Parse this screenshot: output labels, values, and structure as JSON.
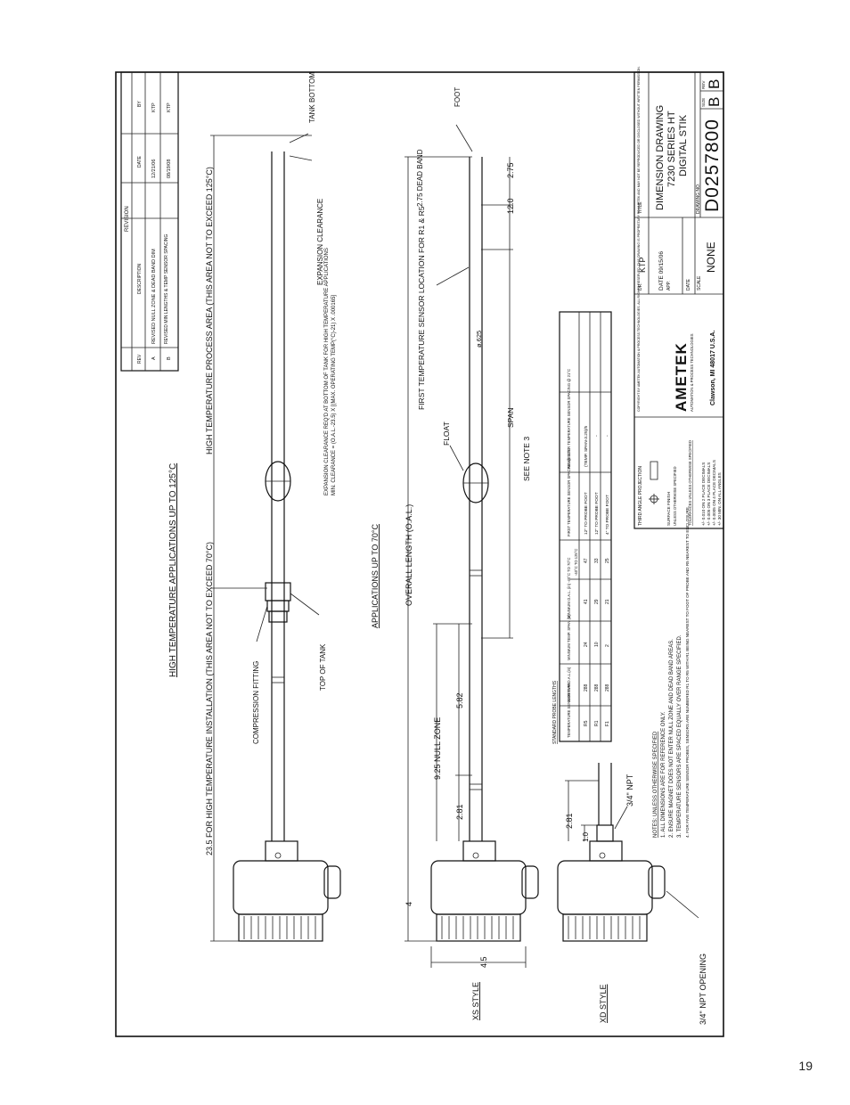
{
  "page_number": "19",
  "title_block": {
    "title_label": "TITLE",
    "title_lines": [
      "DIMENSION DRAWING",
      "7230 SERIES HT",
      "DIGITAL STIK"
    ],
    "drawing_no_label": "DRAWING NO.",
    "drawing_no": "D0257800",
    "size_label": "SIZE",
    "size": "B",
    "rev_label": "REV",
    "rev": "B",
    "dr_label": "DR.",
    "dr": "KTP",
    "date_dr": "DATE 09/15/06",
    "app_label": "APP.",
    "date_label": "DATE",
    "scale_label": "SCALE",
    "scale": "NONE",
    "company": "AMETEK",
    "company_sub": "AUTOMATION & PROCESS TECHNOLOGIES",
    "address": "Clawson, MI 48017 U.S.A.",
    "copyright": "COPYRIGHT BY AMETEK AUTOMATION & PROCESS TECHNOLOGIES. ALL RIGHTS RESERVED. THIS DRAWING IS PROPRIETARY TO AMETEK AND MAY NOT BE REPRODUCED OR DISCLOSED WITHOUT WRITTEN PERMISSION.",
    "projection": "THIRD ANGLE PROJECTION",
    "surface_finish": "SURFACE FINISH",
    "unless": "UNLESS OTHERWISE SPECIFIED",
    "tolerances_label": "TOLERANCES UNLESS OTHERWISE SPECIFIED",
    "tolerances": [
      "+/- 0.010 ON 2 PLACE DECIMALS",
      "+/- 0.005 ON 3 PLACE DECIMALS",
      "+/- 0.0005 ON 4 PLACE DECIMALS",
      "+/- 30 MIN. ON ALL ANGLES"
    ]
  },
  "revision_block": {
    "title": "REVISION",
    "headers": [
      "REV",
      "DESCRIPTION",
      "DATE",
      "BY"
    ],
    "rows": [
      [
        "A",
        "REVISED NULL ZONE & DEAD BAND DIM",
        "12/21/06",
        "KTP"
      ],
      [
        "B",
        "REVISED MIN LENGTHS & TEMP SENSOR SPACING",
        "08/19/08",
        "KTP"
      ]
    ]
  },
  "high_temp_view": {
    "heading": "HIGH TEMPERATURE APPLICATIONS UP TO 125°C",
    "install_note": "23.5 FOR HIGH TEMPERATURE INSTALLATION (THIS AREA NOT TO EXCEED 70°C)",
    "process_area": "HIGH TEMPERATURE PROCESS AREA (THIS AREA NOT TO EXCEED 125°C)",
    "compression_fitting": "COMPRESSION FITTING",
    "top_of_tank": "TOP OF TANK",
    "tank_bottom": "TANK BOTTOM",
    "expansion_label": "EXPANSION CLEARANCE",
    "expansion_note1": "EXPANSION CLEARANCE REQ'D AT BOTTOM OF TANK FOR HIGH TEMPERATURE APPLICATIONS",
    "expansion_note2": "MIN. CLEARANCE = (O.A.L.-23.5) X [(MAX. OPERATING TEMP(°C)-21) X .000165]"
  },
  "standard_view": {
    "heading": "APPLICATIONS UP TO 70°C",
    "xs_style": "XS STYLE",
    "xd_style": "XD STYLE",
    "overall_length": "OVERALL LENGTH (O.A.L.)",
    "first_sensor": "FIRST TEMPERATURE SENSOR LOCATION FOR R1 & R5",
    "float": "FLOAT",
    "span": "SPAN",
    "see_note": "SEE NOTE 3",
    "foot": "FOOT",
    "null_zone": "9.25 NULL ZONE",
    "dead_band": "2.75 DEAD BAND",
    "npt": "3/4\" NPT",
    "npt_opening": "3/4\" NPT OPENING",
    "diameter": "ø.625",
    "dims": {
      "d4": "4",
      "d45": "4.5",
      "d281a": "2.81",
      "d582": "5.82",
      "d120": "12.0",
      "d275": "2.75",
      "d281b": "2.81",
      "d10": "1.0"
    }
  },
  "notes": {
    "title": "NOTES: UNLESS OTHERWISE SPECIFIED",
    "items": [
      "1. ALL DIMENSIONS ARE FOR REFERENCE ONLY.",
      "2. ENSURE MAGNET DOES NOT ENTER NULL ZONE AND DEAD BAND AREAS.",
      "3. TEMPERATURE SENSORS ARE SPACED EQUALLY OVER RANGE SPECIFIED.",
      "4. FOR FIVE TEMPERATURE SENSOR PROBES, SENSORS ARE NUMBERED R1 TO R5 WITH R1 BEING NEAREST TO FOOT OF PROBE AND R5 NEAREST TO ENCLOSURE."
    ]
  },
  "probe_table": {
    "title": "STANDARD PROBE LENGTHS",
    "headers": [
      "TEMPERATURE SENSOR TYPE",
      "MAXIMUM O.A.L.(in)",
      "MINIMUM TEMP. SPAN (in)",
      "MINIMUM O.A.L. (in) -40°C TO 70°C",
      "-40°C TO 125°C",
      "FIRST TEMPERATURE SENSOR SPACING @ 21°C",
      "REMAINDER TEMPERATURE SENSOR SPACING @ 21°C"
    ],
    "rows": [
      [
        "R5",
        "288",
        "24",
        "41",
        "47",
        "12\" TO PROBE FOOT",
        "(TEMP. SPAN-3.25)/5"
      ],
      [
        "R1",
        "288",
        "10",
        "29",
        "33",
        "12\" TO PROBE FOOT",
        "-"
      ],
      [
        "F1",
        "288",
        "2",
        "21",
        "25",
        "4\" TO PROBE FOOT",
        "-"
      ]
    ]
  }
}
